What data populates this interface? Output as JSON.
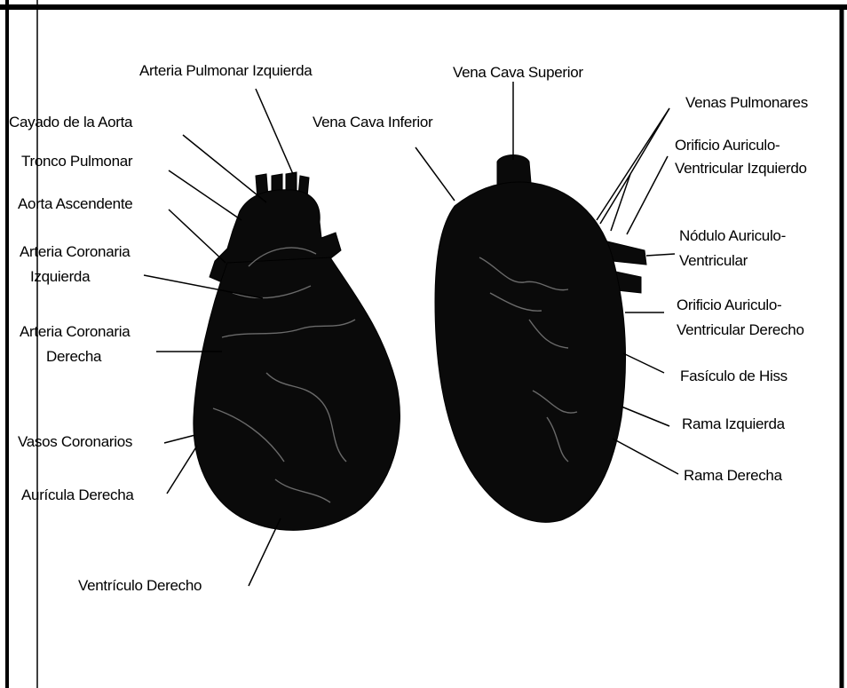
{
  "colors": {
    "ink": "#000000",
    "heart": "#0a0a0a",
    "paper": "#ffffff"
  },
  "labels": {
    "arteria_pulmonar_izquierda": "Arteria Pulmonar Izquierda",
    "cayado_aorta": "Cayado de la Aorta",
    "tronco_pulmonar": "Tronco Pulmonar",
    "aorta_ascendente": "Aorta Ascendente",
    "arteria_coronaria_izquierda_1": "Arteria Coronaria",
    "arteria_coronaria_izquierda_2": "Izquierda",
    "arteria_coronaria_derecha_1": "Arteria Coronaria",
    "arteria_coronaria_derecha_2": "Derecha",
    "vasos_coronarios": "Vasos Coronarios",
    "auricula_derecha": "Aurícula Derecha",
    "ventriculo_derecho": "Ventrículo Derecho",
    "vena_cava_superior": "Vena Cava Superior",
    "vena_cava_inferior": "Vena Cava Inferior",
    "venas_pulmonares": "Venas Pulmonares",
    "orificio_izq_1": "Orificio Auriculo-",
    "orificio_izq_2": "Ventricular Izquierdo",
    "nodulo_1": "Nódulo Auriculo-",
    "nodulo_2": "Ventricular",
    "orificio_der_1": "Orificio Auriculo-",
    "orificio_der_2": "Ventricular Derecho",
    "fasciculo_hiss": "Fasículo de Hiss",
    "rama_izquierda": "Rama Izquierda",
    "rama_derecha": "Rama Derecha"
  }
}
